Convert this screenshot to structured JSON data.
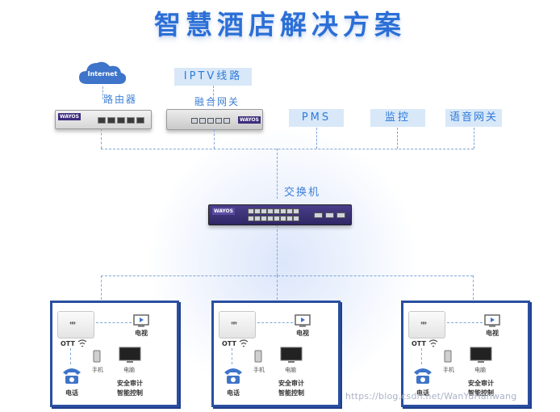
{
  "title": "智慧酒店解决方案",
  "cloud": {
    "label": "Internet"
  },
  "top_labels": {
    "router": "路由器",
    "iptv": "IPTV线路",
    "gateway": "融合网关",
    "pms": "PMS",
    "monitor": "监控",
    "voice_gateway": "语音网关",
    "switch": "交换机"
  },
  "device_brand": "WAYOS",
  "room": {
    "ott": "OTT",
    "tv": "电视",
    "phone_mobile": "手机",
    "computer": "电脑",
    "telephone": "电话",
    "feature_line1": "安全审计",
    "feature_line2": "智能控制"
  },
  "watermark": "https://blog.csdn.net/WanYuHanwang",
  "colors": {
    "accent": "#2b6fd6",
    "chip_bg": "#d8e8f8",
    "frame": "#2a4fa0",
    "line": "#7ea6d8"
  }
}
